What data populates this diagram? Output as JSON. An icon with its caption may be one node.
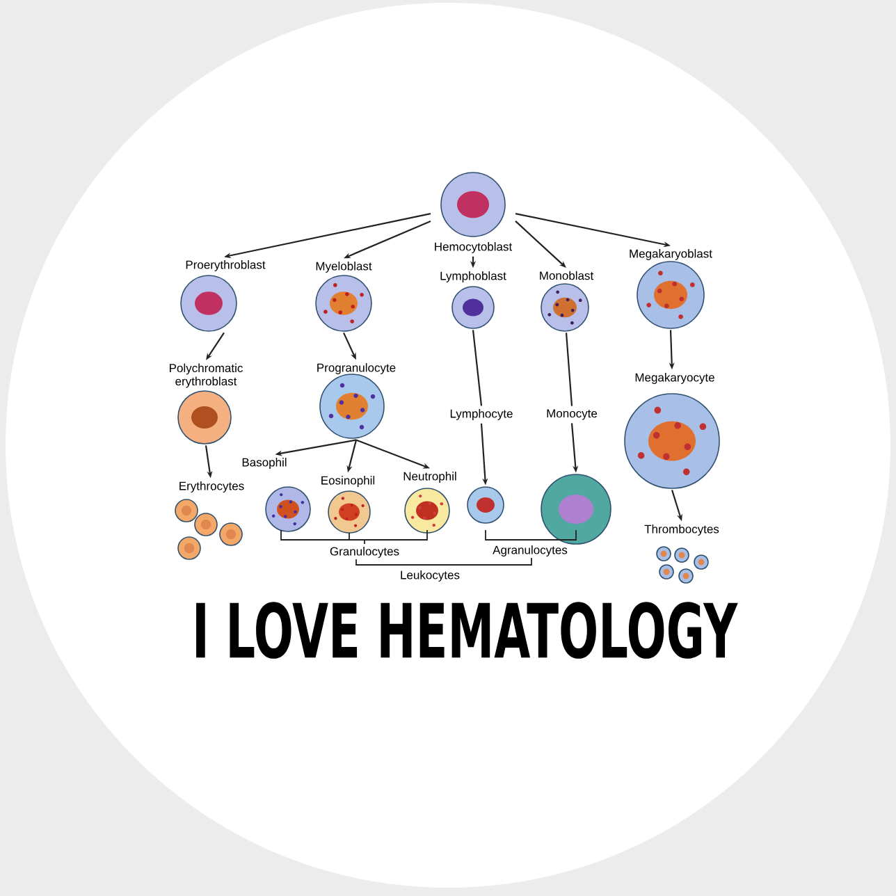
{
  "diagram": {
    "title": "I LOVE HEMATOLOGY",
    "nodes": [
      {
        "text": [
          "Hemocytoblast"
        ]
      },
      {
        "text": [
          "Proerythroblast"
        ]
      },
      {
        "text": [
          "Myeloblast"
        ]
      },
      {
        "text": [
          "Lymphoblast"
        ]
      },
      {
        "text": [
          "Monoblast"
        ]
      },
      {
        "text": [
          "Megakaryoblast"
        ]
      },
      {
        "text": [
          "Polychromatic erythroblast"
        ]
      },
      {
        "text": [
          "Progranulocyte"
        ]
      },
      {
        "text": [
          "Megakaryocyte"
        ]
      },
      {
        "text": [
          "Lymphocyte"
        ]
      },
      {
        "text": [
          "Monocyte"
        ]
      },
      {
        "text": [
          "Erythrocytes"
        ]
      },
      {
        "text": [
          "Basophil"
        ]
      },
      {
        "text": [
          "Eosinophil"
        ]
      },
      {
        "text": [
          "Neutrophil"
        ]
      },
      {
        "text": [],
        "shape": "picture"
      },
      {
        "text": [],
        "shape": "picture"
      },
      {
        "text": [
          "Thrombocytes"
        ]
      }
    ],
    "edges": [
      {
        "from": 0,
        "to": 1,
        "arrow": "to"
      },
      {
        "from": 0,
        "to": 2,
        "arrow": "to"
      },
      {
        "from": 0,
        "to": 3,
        "arrow": "to"
      },
      {
        "from": 0,
        "to": 4,
        "arrow": "to"
      },
      {
        "from": 0,
        "to": 5,
        "arrow": "to"
      },
      {
        "from": 1,
        "to": 6,
        "arrow": "to"
      },
      {
        "from": 2,
        "to": 7,
        "arrow": "to"
      },
      {
        "from": 5,
        "to": 8,
        "arrow": "to"
      },
      {
        "from": 3,
        "to": 9,
        "arrow": "none"
      },
      {
        "from": 4,
        "to": 10,
        "arrow": "none"
      },
      {
        "from": 6,
        "to": 11,
        "arrow": "to"
      },
      {
        "from": 7,
        "to": 12,
        "arrow": "to"
      },
      {
        "from": 7,
        "to": 13,
        "arrow": "to"
      },
      {
        "from": 7,
        "to": 14,
        "arrow": "to"
      },
      {
        "from": 9,
        "to": 15,
        "arrow": "to"
      },
      {
        "from": 10,
        "to": 16,
        "arrow": "to"
      },
      {
        "from": 8,
        "to": 17,
        "arrow": "to"
      }
    ],
    "labels": [
      "Granulocytes",
      "Agranulocytes",
      "Leukocytes"
    ]
  }
}
